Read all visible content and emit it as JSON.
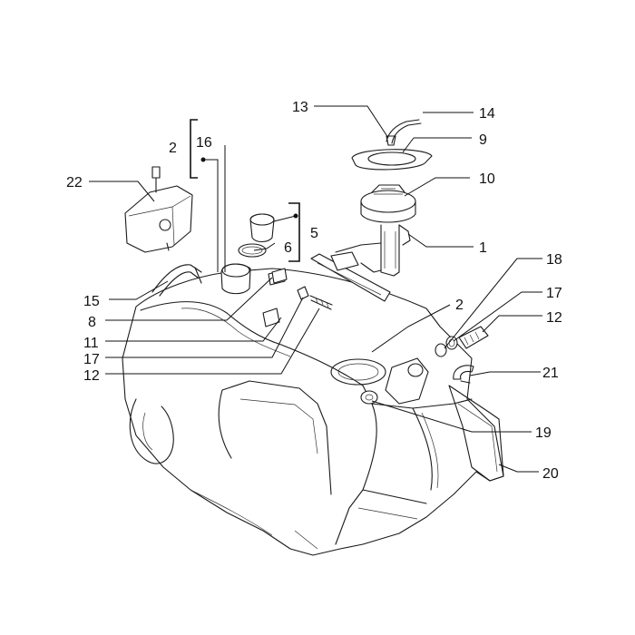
{
  "callouts": {
    "c13": "13",
    "c14": "14",
    "c9": "9",
    "c10": "10",
    "c1": "1",
    "c22": "22",
    "c2a": "2",
    "c16": "16",
    "c5": "5",
    "c6": "6",
    "c15": "15",
    "c8": "8",
    "c11": "11",
    "c17a": "17",
    "c12a": "12",
    "c2b": "2",
    "c18": "18",
    "c17b": "17",
    "c12b": "12",
    "c21": "21",
    "c19": "19",
    "c20": "20"
  }
}
